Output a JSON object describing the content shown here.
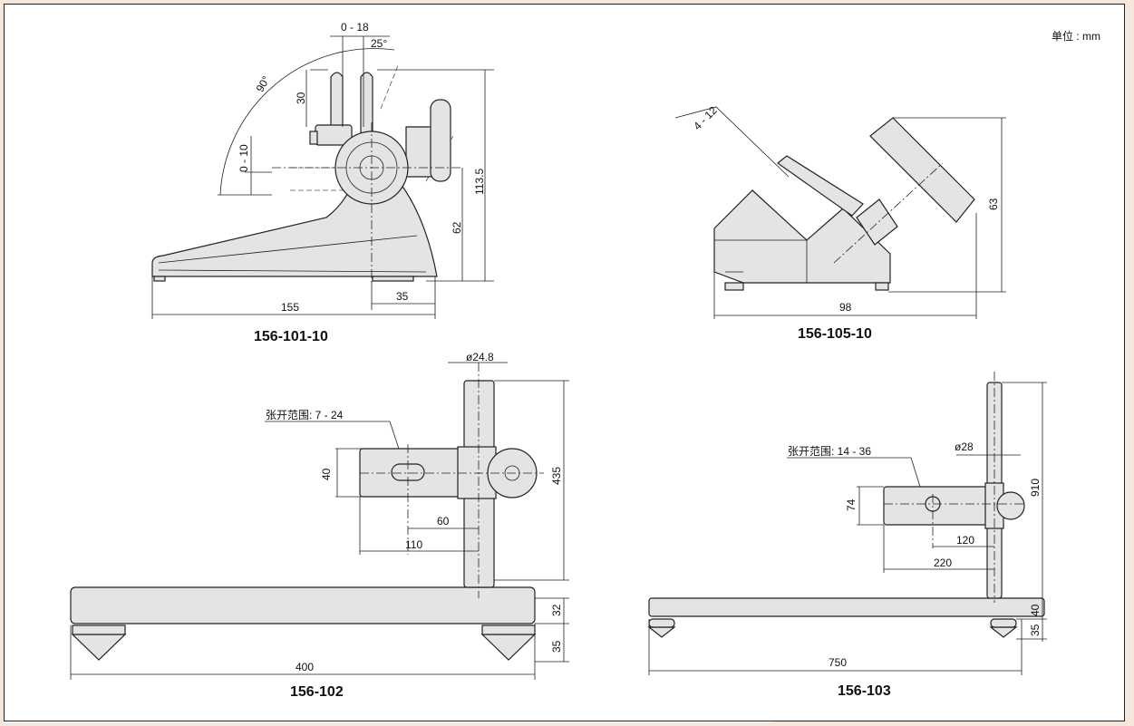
{
  "unit_label": "单位 : mm",
  "models": [
    {
      "name": "156-101-10",
      "dims": {
        "gap": "0 - 18",
        "angle_small": "25°",
        "angle_large": "90°",
        "jaw": "30",
        "offset": "0 - 10",
        "height_total": "113.5",
        "height_center": "62",
        "length": "155",
        "rear": "35"
      }
    },
    {
      "name": "156-105-10",
      "dims": {
        "opening": "4 - 12",
        "height": "63",
        "length": "98"
      }
    },
    {
      "name": "156-102",
      "dims": {
        "diameter": "ø24.8",
        "clamp_range": "张开范围: 7 - 24",
        "clamp_height": "40",
        "reach_a": "60",
        "reach_b": "110",
        "height": "435",
        "base_height": "32",
        "foot_height": "35",
        "length": "400"
      }
    },
    {
      "name": "156-103",
      "dims": {
        "clamp_range": "张开范围: 14 - 36",
        "diameter": "ø28",
        "clamp_height": "74",
        "height": "910",
        "reach_a": "120",
        "reach_b": "220",
        "base_height": "40",
        "foot_height": "35",
        "length": "750"
      }
    }
  ]
}
